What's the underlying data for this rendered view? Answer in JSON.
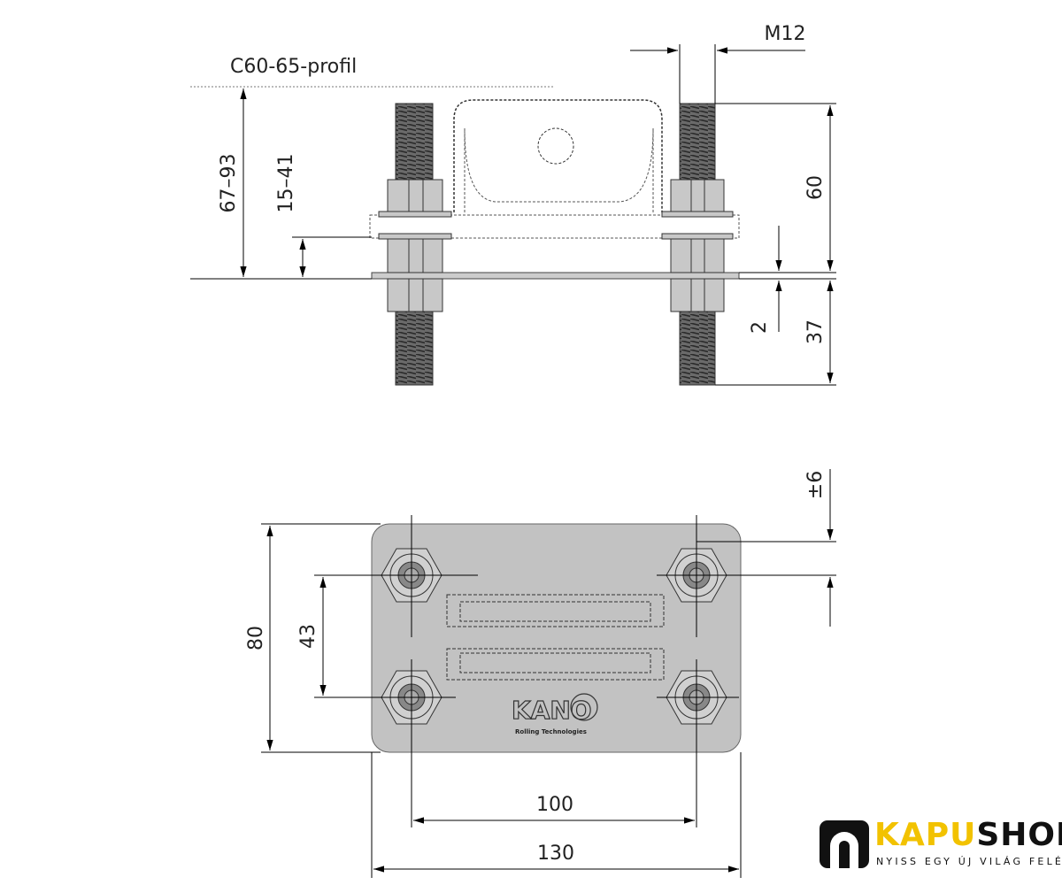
{
  "top_view": {
    "profile_label": "C60-65-profil",
    "dims": {
      "overall_height": "67–93",
      "adjust_range": "15–41",
      "thread": "M12",
      "upper_length": "60",
      "plate_thickness": "2",
      "lower_length": "37"
    }
  },
  "plan_view": {
    "dims": {
      "plate_height": "80",
      "hole_spacing_v": "43",
      "hole_spacing_h": "100",
      "plate_width": "130",
      "tolerance": "±6"
    },
    "brand": {
      "name": "KANO",
      "tagline": "Rolling Technologies"
    }
  },
  "logo": {
    "part1": "KAPU",
    "part2": "SHOP",
    "tagline": "NYISS EGY ÚJ VILÁG FELÉ",
    "color_accent": "#f2c200"
  }
}
